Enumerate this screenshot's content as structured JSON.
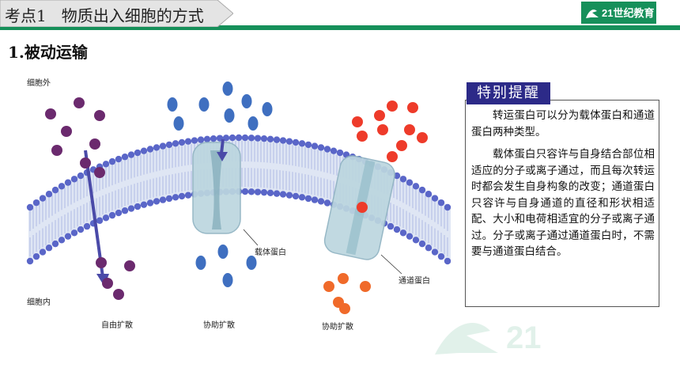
{
  "header": {
    "title": "考点1   物质出入细胞的方式",
    "logo_text": "21世纪教育",
    "band_color": "#16905a"
  },
  "section": {
    "heading": "1.被动运输"
  },
  "figure": {
    "label_outside": "细胞外",
    "label_inside": "细胞内",
    "label_carrier": "载体蛋白",
    "label_channel": "通道蛋白",
    "caption_free": "自由扩散",
    "caption_facilitated_1": "协助扩散",
    "caption_facilitated_2": "协助扩散",
    "colors": {
      "purple": "#6b2a6e",
      "blue": "#3f6fc0",
      "red": "#ee3b2a",
      "orange": "#f06a2a",
      "membrane_head": "#5a66c8",
      "protein": "#bcd6df"
    }
  },
  "notice": {
    "tab_label": "特别提醒",
    "paragraph_1": "转运蛋白可以分为载体蛋白和通道蛋白两种类型。",
    "paragraph_2": "载体蛋白只容许与自身结合部位相适应的分子或离子通过，而且每次转运时都会发生自身构象的改变；通道蛋白只容许与自身通道的直径和形状相适配、大小和电荷相适宜的分子或离子通过。分子或离子通过通道蛋白时，不需要与通道蛋白结合。"
  }
}
